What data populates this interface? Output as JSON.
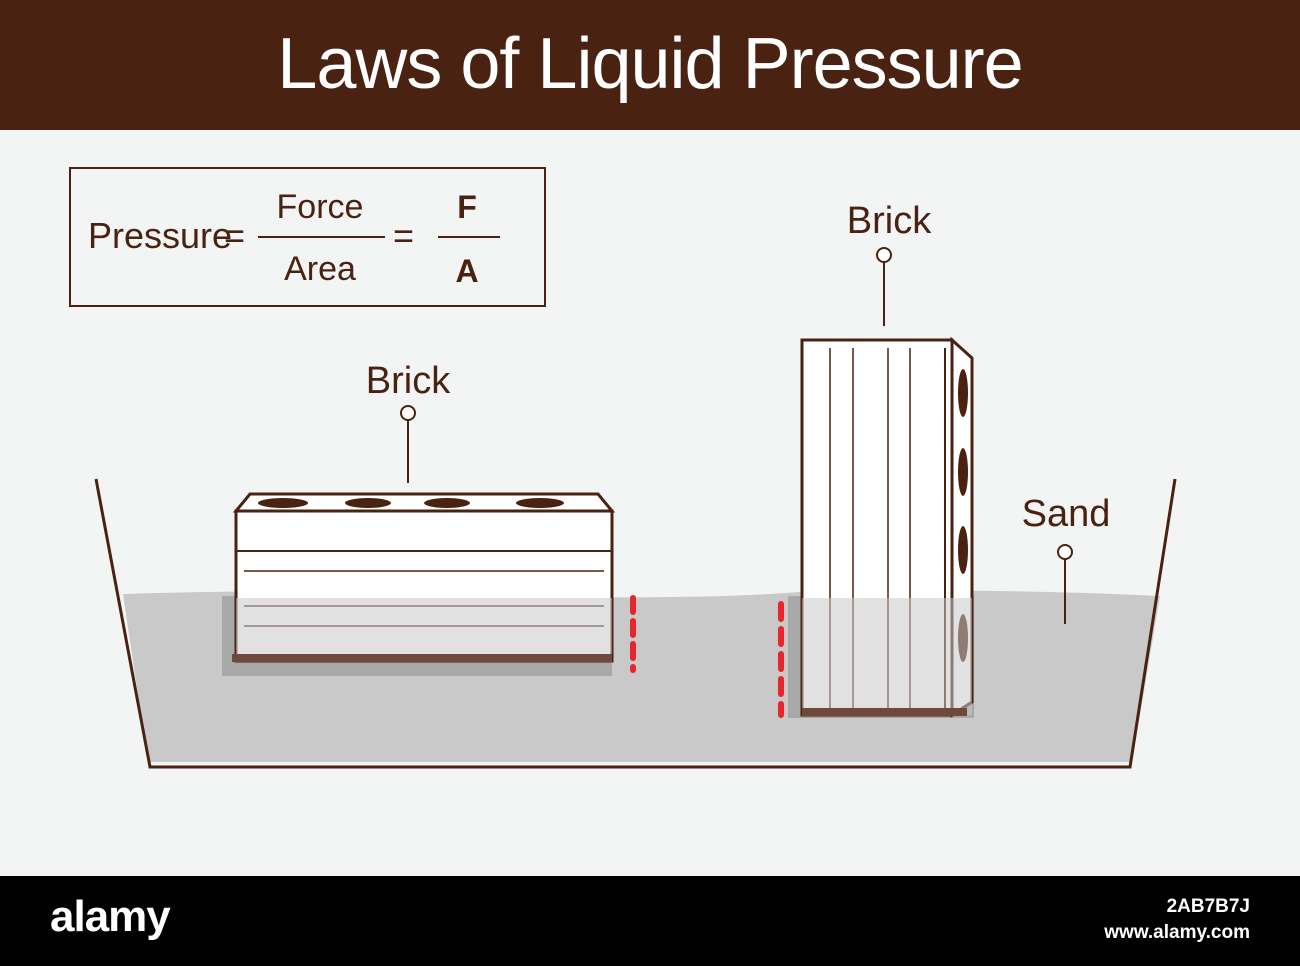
{
  "header": {
    "title": "Laws of Liquid Pressure"
  },
  "formula": {
    "lhs": "Pressure",
    "eq1": "=",
    "numerator_word": "Force",
    "denominator_word": "Area",
    "eq2": "=",
    "numerator_symbol": "F",
    "denominator_symbol": "A"
  },
  "labels": {
    "brick_horizontal": "Brick",
    "brick_vertical": "Brick",
    "sand": "Sand"
  },
  "footer": {
    "brand": "alamy",
    "image_id": "2AB7B7J",
    "url": "www.alamy.com"
  },
  "colors": {
    "header_bg": "#4a2211",
    "ink": "#4a2211",
    "sand": "#c9c9c9",
    "depth_marker": "#e8242d",
    "background": "#f3f4f4"
  }
}
